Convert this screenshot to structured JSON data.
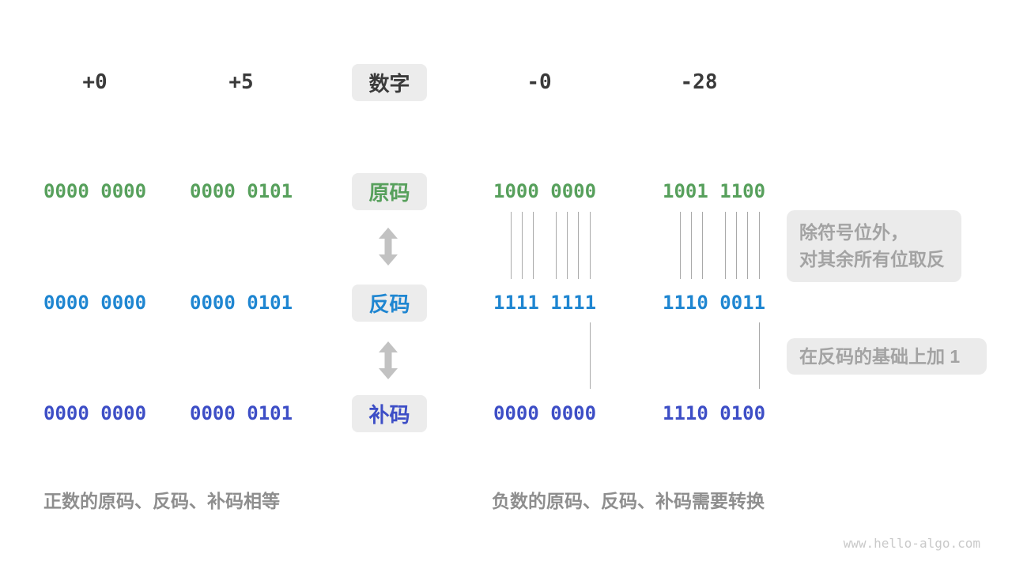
{
  "palette": {
    "dark": "#3a3a3a",
    "green": "#57a05c",
    "blue": "#1f86d1",
    "indigo": "#3d4ec6",
    "gray_note": "#a3a3a3",
    "gray_caption": "#8e8e8e",
    "badge_bg": "#ececec",
    "arrow_gray": "#c2c2c2",
    "line_gray": "#8c8c8c",
    "watermark_gray": "#c9c9c9"
  },
  "header": {
    "col1": "+0",
    "col2": "+5",
    "badge": "数字",
    "col3": "-0",
    "col4": "-28"
  },
  "rows": {
    "sign": {
      "label": "原码",
      "values": [
        "0000 0000",
        "0000 0101",
        "1000 0000",
        "1001 1100"
      ]
    },
    "ones": {
      "label": "反码",
      "values": [
        "0000 0000",
        "0000 0101",
        "1111 1111",
        "1110 0011"
      ]
    },
    "twos": {
      "label": "补码",
      "values": [
        "0000 0000",
        "0000 0101",
        "0000 0000",
        "1110 0100"
      ]
    }
  },
  "annotations": {
    "invert_line1": "除符号位外，",
    "invert_line2": "对其余所有位取反",
    "add_one": "在反码的基础上加 1"
  },
  "captions": {
    "left": "正数的原码、反码、补码相等",
    "right": "负数的原码、反码、补码需要转换"
  },
  "watermark": "www.hello-algo.com"
}
